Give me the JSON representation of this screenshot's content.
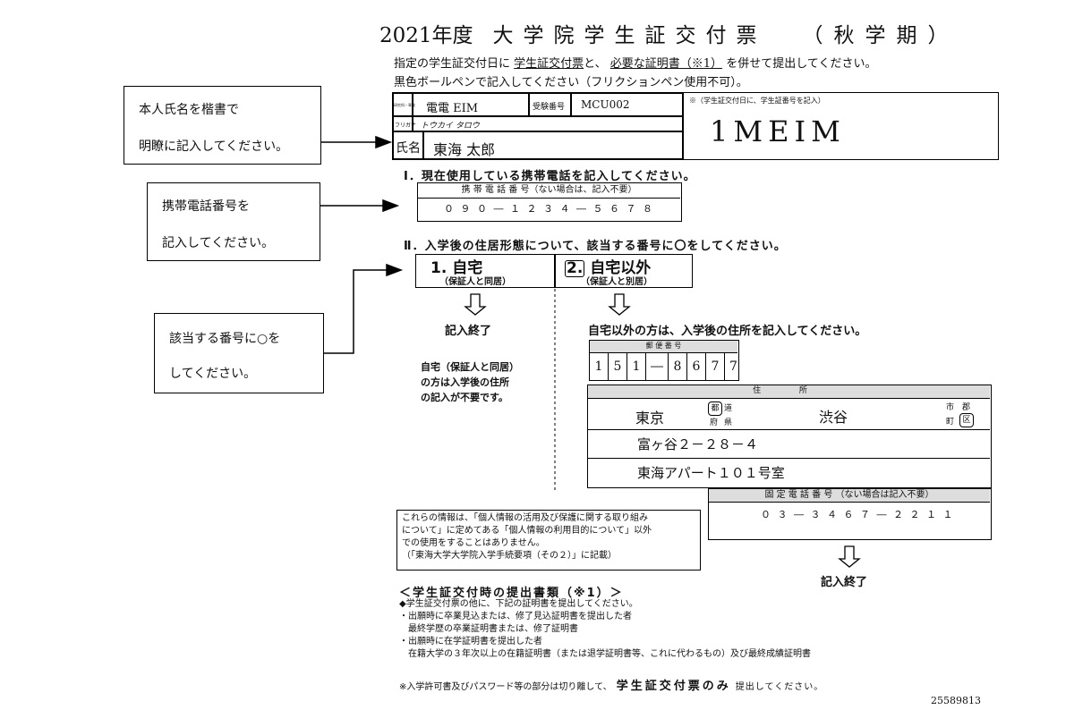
{
  "header": {
    "year": "2021年度",
    "title": "大学院学生証交付票",
    "term": "（秋学期）",
    "instruction1_pre": "指定の学生証交付日に",
    "instruction1_link1": "学生証交付票",
    "instruction1_mid": "と、",
    "instruction1_link2": "必要な証明書（※1）",
    "instruction1_post": "を併せて提出してください。",
    "instruction2": "黒色ボールペンで記入してください（フリクションペン使用不可）。"
  },
  "callouts": {
    "name": [
      "本人氏名を楷書で",
      "明瞭に記入してください。"
    ],
    "phone": [
      "携帯電話番号を",
      "記入してください。"
    ],
    "circle": [
      "該当する番号に○を",
      "してください。"
    ]
  },
  "id_box": {
    "dept_label": "研究科・専攻",
    "dept_value": "電電 EIM",
    "exam_label": "受験番号",
    "exam_value": "MCU002",
    "furigana_label": "フリガナ",
    "furigana_value": "トウカイ タロウ",
    "name_label": "氏名",
    "name_value": "東海 太郎",
    "student_id_note": "※（学生証交付日に、学生証番号を記入）",
    "student_id_value": "1MEIM"
  },
  "section1": {
    "heading": "Ⅰ．現在使用している携帯電話を記入してください。",
    "phone_label": "携 帯 電 話 番 号（ない場合は、記入不要）",
    "phone_value": "０ ９ ０ ― １ ２ ３ ４ ― ５ ６ ７ ８"
  },
  "section2": {
    "heading": "Ⅱ．入学後の住居形態について、該当する番号に〇をしてください。",
    "option1_main": "1. 自宅",
    "option1_sub": "（保証人と同居）",
    "option2_number": "2.",
    "option2_main": "自宅以外",
    "option2_sub": "（保証人と別居）",
    "end_label": "記入終了",
    "left_note": [
      "自宅（保証人と同居）",
      "の方は入学後の住所",
      "の記入が不要です。"
    ],
    "right_heading": "自宅以外の方は、入学後の住所を記入してください。"
  },
  "postal": {
    "label": "郵 便 番 号",
    "digits": [
      "1",
      "5",
      "1",
      "―",
      "8",
      "6",
      "7",
      "7"
    ]
  },
  "address": {
    "label": "住 所",
    "prefecture": "東京",
    "pref_suffixes": [
      "都",
      "道",
      "府",
      "県"
    ],
    "pref_selected": "都",
    "city": "渋谷",
    "city_suffixes": [
      "市",
      "郡",
      "町",
      "区"
    ],
    "city_selected": "区",
    "line2": "富ヶ谷２－２８－４",
    "line3": "東海アパート１０１号室"
  },
  "fixed_phone": {
    "label": "固 定 電 話 番 号 （ない場合は記入不要）",
    "value": "０ ３ ― ３ ４ ６ ７ ― ２ ２ １ １",
    "end_label": "記入終了"
  },
  "privacy_note": [
    "これらの情報は、「個人情報の活用及び保護に関する取り組み",
    "について」に定めてある「個人情報の利用目的について」以外",
    "での使用をすることはありません。",
    "（「東海大学大学院入学手続要項（その２）」に記載）"
  ],
  "documents": {
    "heading": "＜学生証交付時の提出書類（※1）＞",
    "lines": [
      "◆学生証交付票の他に、下記の証明書を提出してください。",
      "・出願時に卒業見込または、修了見込証明書を提出した者",
      "　最終学歴の卒業証明書または、修了証明書",
      "・出願時に在学証明書を提出した者",
      "　在籍大学の３年次以上の在籍証明書（または退学証明書等、これに代わるもの）及び最終成績証明書"
    ],
    "footer_pre": "※入学許可書及びパスワード等の部分は切り離して、",
    "footer_emph": "学生証交付票のみ",
    "footer_post": "提出してください。"
  },
  "doc_number": "25589813"
}
